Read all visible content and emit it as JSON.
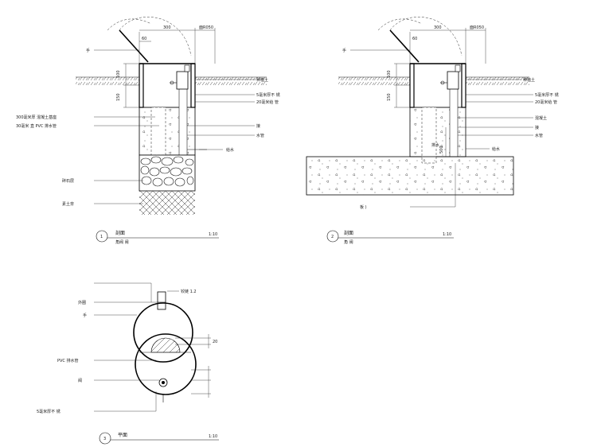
{
  "detail1": {
    "labels": {
      "hand_top": "手",
      "cover_dim": "60",
      "width_dim": "300",
      "width_dim2": "面R050",
      "soil_top": "种植土",
      "conc_label": "300毫米厚  混凝土基座",
      "pvc_label": "30毫米  直 PVC 排水管",
      "valve_label": "5毫米厚不  锈",
      "pipe_20": "20毫米给  管",
      "pipe_r": "接",
      "pipe_r2": "水管",
      "drain_in": "给水",
      "gravel_label": "碎石层",
      "base_label": "素土夯",
      "dim_a": "100",
      "dim_b": "150"
    },
    "title": "剖面",
    "subtitle": "角阀 阀",
    "number": "1",
    "scale": "1:10"
  },
  "detail2": {
    "labels": {
      "hand_top": "手",
      "cover_dim": "60",
      "width_dim": "300",
      "width_dim2": "面R050",
      "soil_top": "种植土",
      "valve_label": "5毫米厚不  锈",
      "pipe_20": "20毫米给  管",
      "conc_label": "混凝土",
      "pipe_r": "接",
      "pipe_r2": "水管",
      "drain_in": "给水",
      "drain_dim": "排水",
      "slab_label": "板  )",
      "dim_a": "100",
      "dim_b": "150",
      "dim_c": "500"
    },
    "title": "剖面",
    "subtitle": "角 阀",
    "number": "2",
    "scale": "1:10"
  },
  "detail3": {
    "labels": {
      "hinge": "铰链  1.2",
      "ring": "外圈",
      "hand": "手",
      "pvc": "PVC 排水管",
      "valve": "阀",
      "cover": "5毫米厚不  锈",
      "dim_20": "20"
    },
    "title": "平面",
    "number": "3",
    "scale": "1:10"
  }
}
